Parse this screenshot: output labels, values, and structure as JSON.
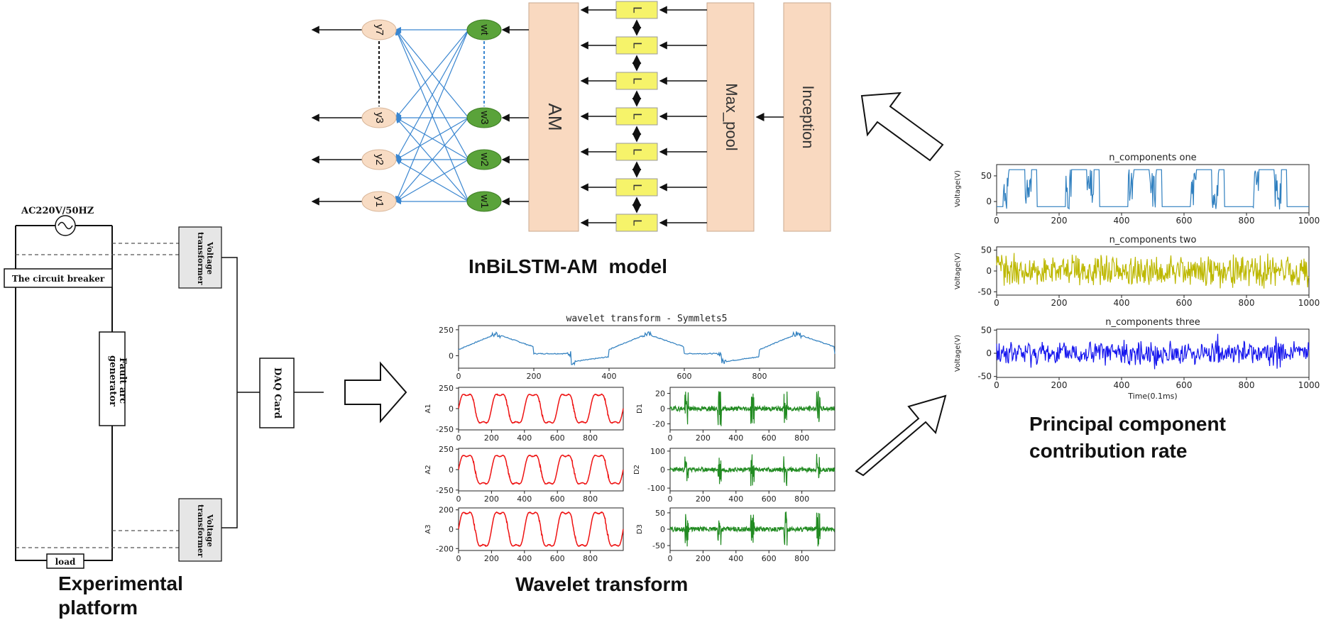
{
  "platform": {
    "source_label": "AC220V/50HZ",
    "breaker_label": "The circuit breaker",
    "fault_gen_label": "Fault arc generator",
    "voltage_transformer_label": "Voltage transformer",
    "daq_label": "DAQ Card",
    "load_label": "load",
    "title": "Experimental platform"
  },
  "model": {
    "title": "InBiLSTM-AM  model",
    "am_label": "AM",
    "maxpool_label": "Max_pool",
    "inception_label": "Inception",
    "lstm_cell_label": "L",
    "y_labels": [
      "y7",
      "y3",
      "y2",
      "y1"
    ],
    "w_labels": [
      "wt",
      "w3",
      "w2",
      "w1"
    ]
  },
  "wavelet": {
    "title": "Wavelet transform",
    "main_plot_title": "wavelet transform - Symmlets5"
  },
  "pca": {
    "title_line1": "Principal component",
    "title_line2": "contribution rate",
    "panel_titles": [
      "n_components one",
      "n_components two",
      "n_components three"
    ],
    "ylabel": "Voltage(V)",
    "xlabel": "Time(0.1ms)"
  },
  "chart_data": [
    {
      "type": "line",
      "title": "wavelet transform - Symmlets5",
      "series": [
        {
          "color": "#2f7fbf",
          "values": []
        }
      ],
      "x_ticks": [
        0,
        200,
        400,
        600,
        800
      ],
      "y_ticks": [
        250,
        0
      ],
      "xlim": [
        0,
        1000
      ],
      "ylim": [
        -120,
        290
      ]
    },
    {
      "type": "line",
      "ylabel": "A1",
      "series": [
        {
          "color": "#ee1111",
          "values": []
        }
      ],
      "x_ticks": [
        0,
        200,
        400,
        600,
        800
      ],
      "y_ticks": [
        250,
        0,
        -250
      ],
      "xlim": [
        0,
        1000
      ],
      "ylim": [
        -260,
        260
      ]
    },
    {
      "type": "line",
      "ylabel": "A2",
      "series": [
        {
          "color": "#ee1111",
          "values": []
        }
      ],
      "x_ticks": [
        0,
        200,
        400,
        600,
        800
      ],
      "y_ticks": [
        250,
        0,
        -250
      ],
      "xlim": [
        0,
        1000
      ],
      "ylim": [
        -260,
        260
      ]
    },
    {
      "type": "line",
      "ylabel": "A3",
      "series": [
        {
          "color": "#ee1111",
          "values": []
        }
      ],
      "x_ticks": [
        0,
        200,
        400,
        600,
        800
      ],
      "y_ticks": [
        200,
        0,
        -200
      ],
      "xlim": [
        0,
        1000
      ],
      "ylim": [
        -220,
        220
      ]
    },
    {
      "type": "line",
      "ylabel": "D1",
      "series": [
        {
          "color": "#228b22",
          "values": []
        }
      ],
      "x_ticks": [
        0,
        200,
        400,
        600,
        800
      ],
      "y_ticks": [
        20,
        0,
        -20
      ],
      "xlim": [
        0,
        1000
      ],
      "ylim": [
        -28,
        28
      ]
    },
    {
      "type": "line",
      "ylabel": "D2",
      "series": [
        {
          "color": "#228b22",
          "values": []
        }
      ],
      "x_ticks": [
        0,
        200,
        400,
        600,
        800
      ],
      "y_ticks": [
        100,
        0,
        -100
      ],
      "xlim": [
        0,
        1000
      ],
      "ylim": [
        -115,
        115
      ]
    },
    {
      "type": "line",
      "ylabel": "D3",
      "series": [
        {
          "color": "#228b22",
          "values": []
        }
      ],
      "x_ticks": [
        0,
        200,
        400,
        600,
        800
      ],
      "y_ticks": [
        50,
        0,
        -50
      ],
      "xlim": [
        0,
        1000
      ],
      "ylim": [
        -65,
        65
      ]
    },
    {
      "type": "line",
      "title": "n_components one",
      "ylabel": "Voltage(V)",
      "series": [
        {
          "color": "#2f7fbf",
          "values": []
        }
      ],
      "x_ticks": [
        0,
        200,
        400,
        600,
        800,
        1000
      ],
      "y_ticks": [
        50,
        0
      ],
      "xlim": [
        0,
        1000
      ],
      "ylim": [
        -22,
        72
      ]
    },
    {
      "type": "line",
      "title": "n_components two",
      "ylabel": "Voltage(V)",
      "series": [
        {
          "color": "#bdb800",
          "values": []
        }
      ],
      "x_ticks": [
        0,
        200,
        400,
        600,
        800,
        1000
      ],
      "y_ticks": [
        50,
        0,
        -50
      ],
      "xlim": [
        0,
        1000
      ],
      "ylim": [
        -58,
        58
      ]
    },
    {
      "type": "line",
      "title": "n_components three",
      "ylabel": "Voltage(V)",
      "xlabel": "Time(0.1ms)",
      "series": [
        {
          "color": "#1515ee",
          "values": []
        }
      ],
      "x_ticks": [
        0,
        200,
        400,
        600,
        800,
        1000
      ],
      "y_ticks": [
        50,
        0,
        -50
      ],
      "xlim": [
        0,
        1000
      ],
      "ylim": [
        -52,
        52
      ]
    }
  ]
}
